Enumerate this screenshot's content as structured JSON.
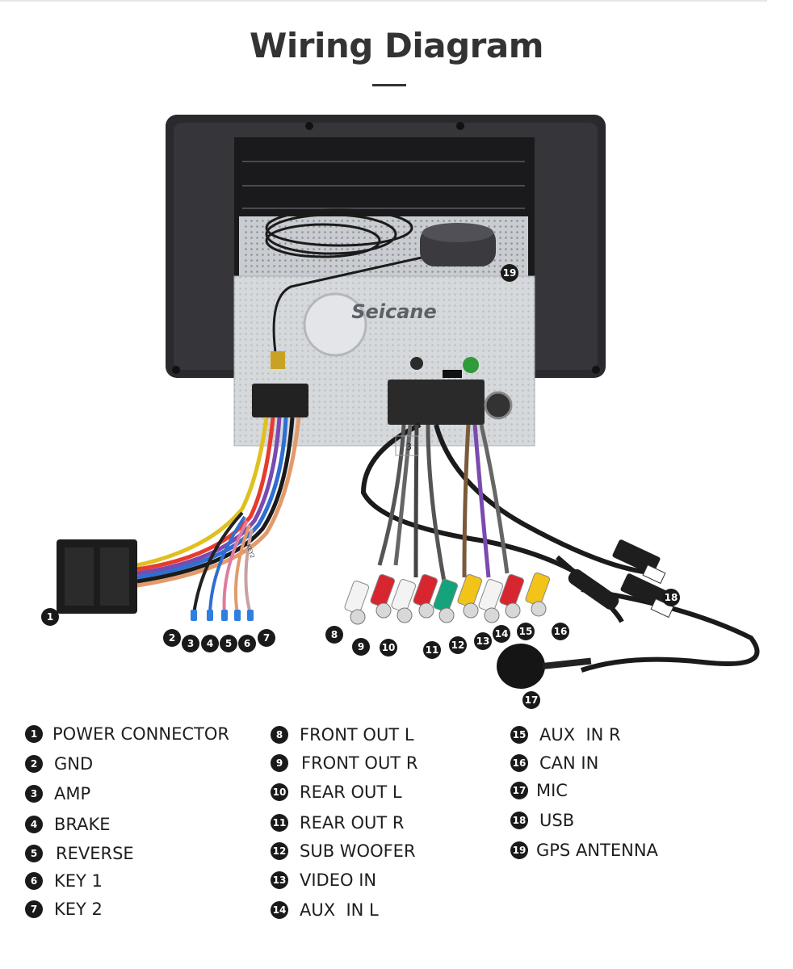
{
  "title": "Wiring Diagram",
  "brand_watermark": "Seicane",
  "harness_tags": {
    "key": "KEY2",
    "connector": "3"
  },
  "callouts": [
    {
      "id": "1",
      "label": "POWER CONNECTOR"
    },
    {
      "id": "2",
      "label": "GND"
    },
    {
      "id": "3",
      "label": "AMP"
    },
    {
      "id": "4",
      "label": "BRAKE"
    },
    {
      "id": "5",
      "label": "REVERSE"
    },
    {
      "id": "6",
      "label": "KEY 1"
    },
    {
      "id": "7",
      "label": "KEY 2"
    },
    {
      "id": "8",
      "label": "FRONT OUT L"
    },
    {
      "id": "9",
      "label": "FRONT OUT R"
    },
    {
      "id": "10",
      "label": "REAR OUT L"
    },
    {
      "id": "11",
      "label": "REAR OUT R"
    },
    {
      "id": "12",
      "label": "SUB WOOFER"
    },
    {
      "id": "13",
      "label": "VIDEO IN"
    },
    {
      "id": "14",
      "label": "AUX  IN L"
    },
    {
      "id": "15",
      "label": "AUX  IN R"
    },
    {
      "id": "16",
      "label": "CAN IN"
    },
    {
      "id": "17",
      "label": "MIC"
    },
    {
      "id": "18",
      "label": "USB"
    },
    {
      "id": "19",
      "label": "GPS ANTENNA"
    }
  ],
  "colors": {
    "wire_gnd": "#222222",
    "wire_amp": "#2f6fd0",
    "wire_brake": "#e07aa0",
    "wire_reverse": "#e39a6a",
    "wire_key": "#c9a0a0",
    "rca_white": "#f3f3f3",
    "rca_red": "#d7262f",
    "rca_green": "#14a37a",
    "rca_yellow": "#f2c318"
  }
}
